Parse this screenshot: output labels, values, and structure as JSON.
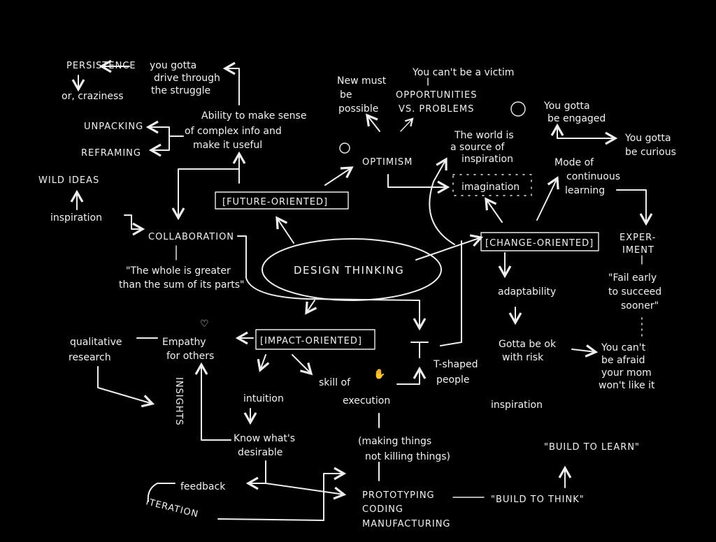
{
  "colors": {
    "background": "#000000",
    "chalk": "#f2f2f2"
  },
  "center": "DESIGN THINKING",
  "future": {
    "title": "[FUTURE-ORIENTED]",
    "persistence": "PERSISTENCE",
    "craziness": "or, craziness",
    "drive": [
      "you gotta",
      "drive through",
      "the struggle"
    ],
    "unpacking": "UNPACKING",
    "reframing": "REFRAMING",
    "ability": [
      "Ability to make sense",
      "of complex info and",
      "make it useful"
    ],
    "wild_ideas": "WILD IDEAS",
    "inspiration": "inspiration",
    "collaboration": "COLLABORATION",
    "whole": [
      "\"The whole is greater",
      "than the sum of its parts\""
    ],
    "optimism": "OPTIMISM",
    "new_possible": [
      "New must",
      "be",
      "possible"
    ],
    "victim": "You can't be a victim",
    "opportunities": [
      "OPPORTUNITIES",
      "VS. PROBLEMS"
    ]
  },
  "change": {
    "title": "[CHANGE-ORIENTED]",
    "world": [
      "The world is",
      "a source of",
      "inspiration"
    ],
    "imagination": "imagination",
    "engaged": [
      "You gotta",
      "be engaged"
    ],
    "curious": [
      "You gotta",
      "be curious"
    ],
    "learning": [
      "Mode of",
      "continuous",
      "learning"
    ],
    "experiment": [
      "EXPER-",
      "IMENT"
    ],
    "fail": [
      "\"Fail early",
      "to succeed",
      "sooner\""
    ],
    "adaptability": "adaptability",
    "risk": [
      "Gotta be ok",
      "with risk"
    ],
    "afraid": [
      "You can't",
      "be afraid",
      "your mom",
      "won't like it"
    ],
    "inspiration": "inspiration",
    "build_learn": "\"BUILD TO LEARN\""
  },
  "impact": {
    "title": "[IMPACT-ORIENTED]",
    "empathy": [
      "Empathy",
      "for others"
    ],
    "qualitative": [
      "qualitative",
      "research"
    ],
    "insights": "INSIGHTS",
    "intuition": "intuition",
    "desirable": [
      "Know what's",
      "desirable"
    ],
    "skill": [
      "skill of",
      "execution"
    ],
    "tshaped": [
      "T-shaped",
      "people"
    ],
    "making": [
      "(making things",
      "not killing things)"
    ],
    "prototyping": [
      "PROTOTYPING",
      "CODING",
      "MANUFACTURING"
    ],
    "build_think": "\"BUILD TO THINK\"",
    "feedback": "feedback",
    "iteration": "ITERATION"
  }
}
